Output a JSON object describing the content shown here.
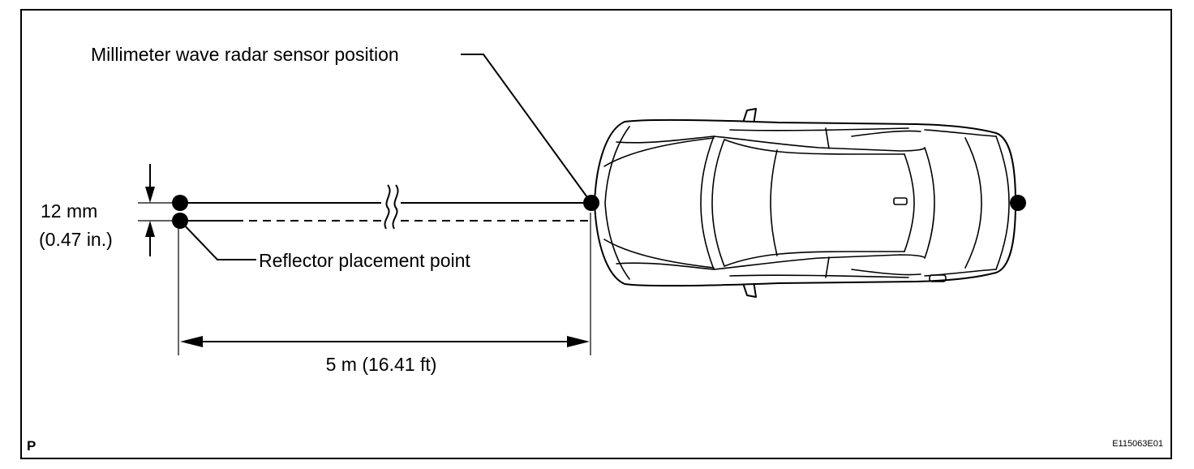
{
  "labels": {
    "sensor_position": "Millimeter wave radar sensor position",
    "reflector_point": "Reflector placement point",
    "offset_mm": "12 mm",
    "offset_in": "(0.47 in.)",
    "distance": "5 m (16.41 ft)",
    "corner_mark": "P",
    "figure_code": "E115063E01"
  }
}
